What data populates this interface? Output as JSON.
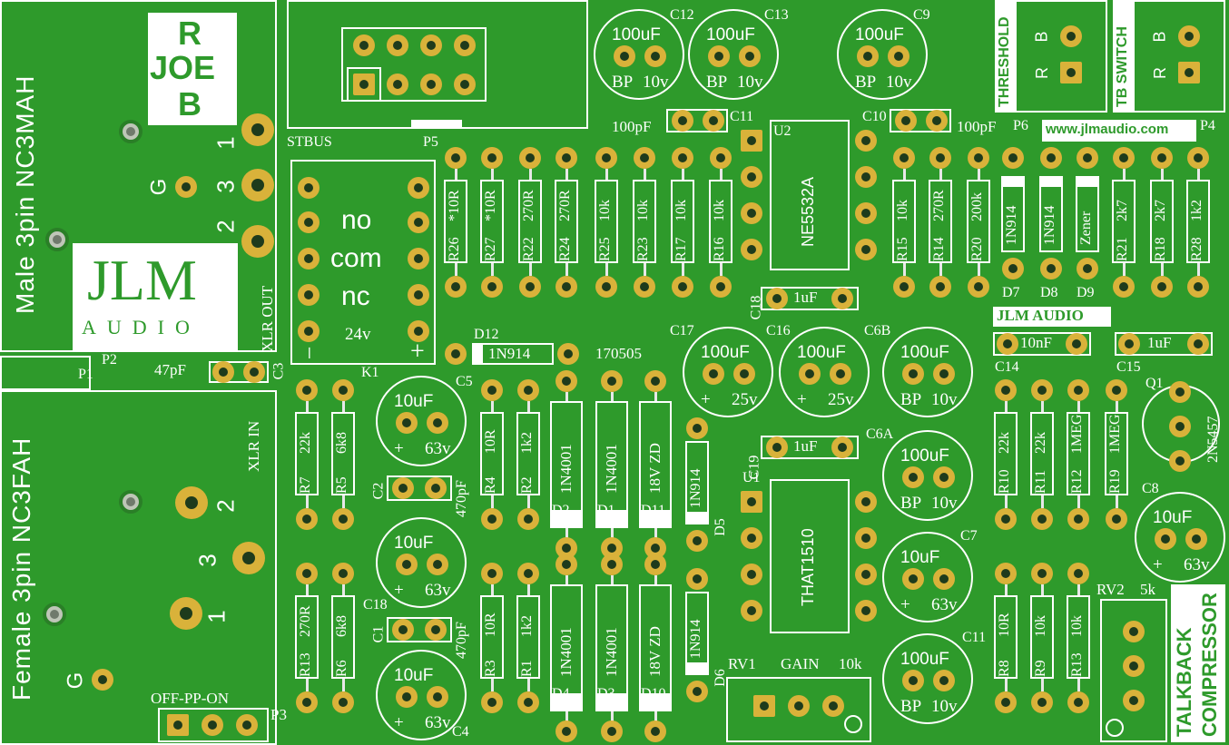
{
  "brand": {
    "logo_big": "JLM",
    "logo_small": "AUDIO",
    "logo_caps": "JLM AUDIO",
    "website": "www.jlmaudio.com",
    "date_code": "170505",
    "joe_r": "R",
    "joe_joe": "JOE",
    "joe_b": "B"
  },
  "connectors": {
    "male": "Male  3pin  NC3MAH",
    "female": "Female  3pin  NC3FAH",
    "xlr_out": "XLR OUT",
    "xlr_in": "XLR  IN",
    "threshold": "THRESHOLD",
    "tb_switch": "TB SWITCH",
    "talkback": "TALKBACK",
    "compressor": "COMPRESSOR",
    "pin1": "1",
    "pin2": "2",
    "pin3": "3",
    "pinG": "G",
    "fpin2": "2",
    "fpin3": "3",
    "fpin1": "1",
    "fpinG": "G",
    "rB": "B",
    "rR": "R",
    "tB": "B",
    "tR": "R",
    "p1": "P1",
    "p2": "P2",
    "p3": "P3",
    "p4": "P4",
    "p5": "P5",
    "p6": "P6",
    "stbus": "STBUS",
    "off_pp_on": "OFF-PP-ON"
  },
  "relay": {
    "ref": "K1",
    "no": "no",
    "com": "com",
    "nc": "nc",
    "v": "24v",
    "minus": "−",
    "plus": "+"
  },
  "ics": {
    "u1": "U1",
    "u1_name": "THAT1510",
    "u2": "U2",
    "u2_name": "NE5532A"
  },
  "pots": {
    "rv1": "RV1",
    "rv1_label": "GAIN",
    "rv1_value": "10k",
    "rv2": "RV2",
    "rv2_value": "5k"
  },
  "transistor": {
    "ref": "Q1",
    "part": "2N5457"
  },
  "caps_top": [
    {
      "ref": "C12",
      "val": "100uF",
      "a": "BP",
      "b": "10v"
    },
    {
      "ref": "C13",
      "val": "100uF",
      "a": "BP",
      "b": "10v"
    },
    {
      "ref": "C9",
      "val": "100uF",
      "a": "BP",
      "b": "10v"
    }
  ],
  "caps_mid": [
    {
      "ref": "C17",
      "val": "100uF",
      "a": "+",
      "b": "25v"
    },
    {
      "ref": "C16",
      "val": "100uF",
      "a": "+",
      "b": "25v"
    },
    {
      "ref": "C6B",
      "val": "100uF",
      "a": "BP",
      "b": "10v"
    },
    {
      "ref": "C6A",
      "val": "100uF",
      "a": "BP",
      "b": "10v"
    },
    {
      "ref": "C7",
      "val": "10uF",
      "a": "+",
      "b": "63v"
    },
    {
      "ref": "C11",
      "val": "100uF",
      "a": "BP",
      "b": "10v"
    },
    {
      "ref": "C8",
      "val": "10uF",
      "a": "+",
      "b": "63v"
    }
  ],
  "caps_left": [
    {
      "ref": "C5",
      "val": "10uF",
      "a": "+",
      "b": "63v"
    },
    {
      "ref": "",
      "val": "10uF",
      "a": "+",
      "b": "63v"
    },
    {
      "ref": "C4",
      "val": "10uF",
      "a": "+",
      "b": "63v"
    }
  ],
  "small_caps": {
    "c11": "C11",
    "c11v": "100pF",
    "c10": "C10",
    "c10v": "100pF",
    "c18": "C18",
    "c18v": "1uF",
    "c19": "C19",
    "c19v": "1uF",
    "c14": "C14",
    "c14v": "10nF",
    "c15": "C15",
    "c15v": "1uF",
    "c3": "C3",
    "c3v": "47pF",
    "c2": "C2",
    "c2v": "470pF",
    "c1": "C1",
    "c1v": "470pF",
    "c1b": "C18"
  },
  "resistors_top": [
    {
      "ref": "R26",
      "val": "*10R"
    },
    {
      "ref": "R27",
      "val": "*10R"
    },
    {
      "ref": "R22",
      "val": "270R"
    },
    {
      "ref": "R24",
      "val": "270R"
    },
    {
      "ref": "R25",
      "val": "10k"
    },
    {
      "ref": "R23",
      "val": "10k"
    },
    {
      "ref": "R17",
      "val": "10k"
    },
    {
      "ref": "R16",
      "val": "10k"
    },
    {
      "ref": "R15",
      "val": "10k"
    },
    {
      "ref": "R14",
      "val": "270R"
    },
    {
      "ref": "R20",
      "val": "200k"
    },
    {
      "ref": "R21",
      "val": "2k7"
    },
    {
      "ref": "R18",
      "val": "2k7"
    },
    {
      "ref": "R28",
      "val": "1k2"
    }
  ],
  "diodes_top": [
    {
      "ref": "D7",
      "val": "1N914"
    },
    {
      "ref": "D8",
      "val": "1N914"
    },
    {
      "ref": "D9",
      "val": "Zener"
    }
  ],
  "d12": {
    "ref": "D12",
    "val": "1N914"
  },
  "resistors_left": [
    {
      "ref": "R7",
      "val": "22k"
    },
    {
      "ref": "R5",
      "val": "6k8"
    },
    {
      "ref": "R13",
      "val": "270R"
    },
    {
      "ref": "R6",
      "val": "6k8"
    }
  ],
  "resistors_mid": [
    {
      "ref": "R4",
      "val": "10R"
    },
    {
      "ref": "R2",
      "val": "1k2"
    },
    {
      "ref": "R3",
      "val": "10R"
    },
    {
      "ref": "R1",
      "val": "1k2"
    }
  ],
  "diodes_mid_top": [
    {
      "ref": "D2",
      "val": "1N4001"
    },
    {
      "ref": "D1",
      "val": "1N4001"
    },
    {
      "ref": "D11",
      "val": "18V  ZD"
    }
  ],
  "diodes_mid_bot": [
    {
      "ref": "D4",
      "val": "1N4001"
    },
    {
      "ref": "D3",
      "val": "1N4001"
    },
    {
      "ref": "D10",
      "val": "18V  ZD"
    }
  ],
  "d5": {
    "ref": "D5",
    "val": "1N914"
  },
  "d6": {
    "ref": "D6",
    "val": "1N914"
  },
  "resistors_right_top": [
    {
      "ref": "R10",
      "val": "22k"
    },
    {
      "ref": "R11",
      "val": "22k"
    },
    {
      "ref": "R12",
      "val": "1MEG"
    },
    {
      "ref": "R19",
      "val": "1MEG"
    }
  ],
  "resistors_right_bot": [
    {
      "ref": "R8",
      "val": "10R"
    },
    {
      "ref": "R9",
      "val": "10k"
    },
    {
      "ref": "R13",
      "val": "10k"
    }
  ]
}
